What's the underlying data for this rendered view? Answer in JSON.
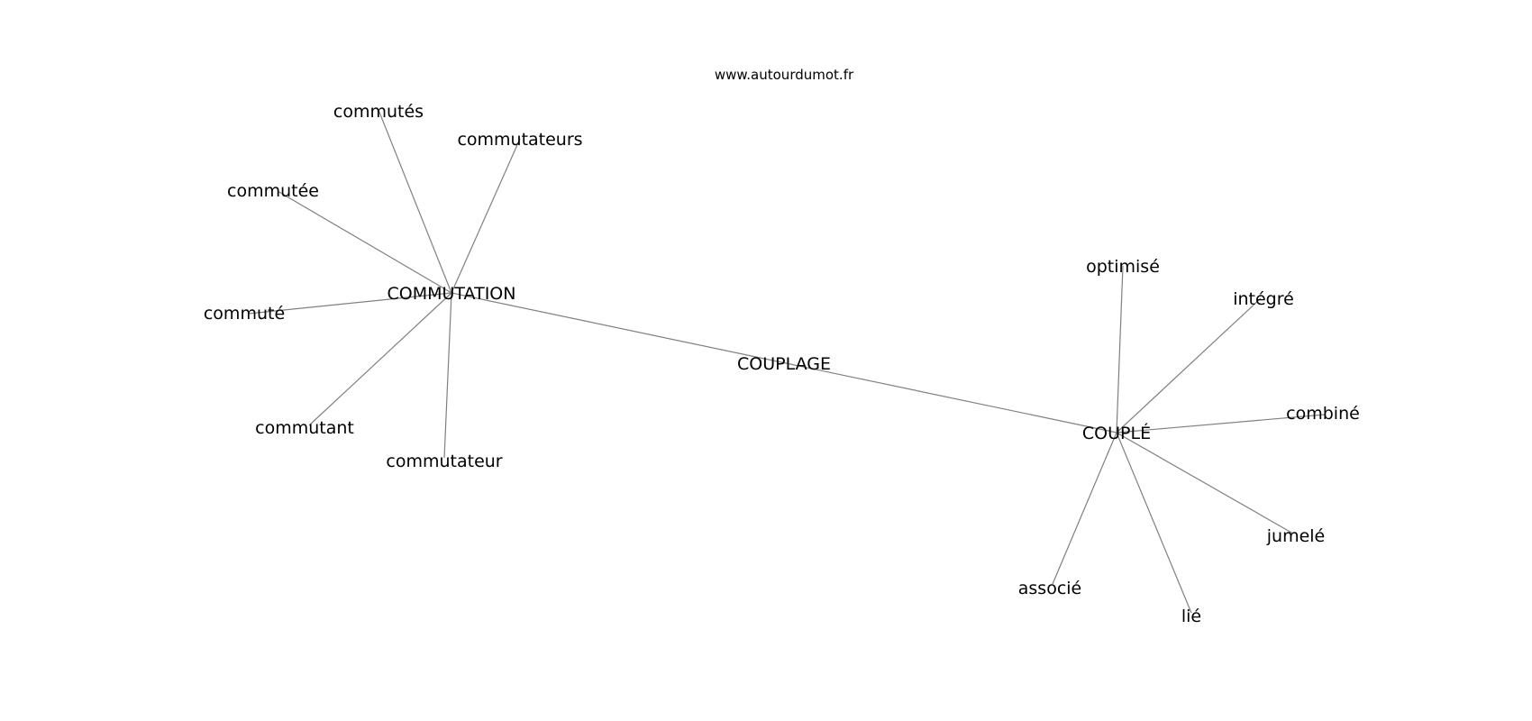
{
  "source": "www.autourdumot.fr",
  "colors": {
    "edge": "#808080",
    "text": "#000000",
    "background": "#ffffff"
  },
  "nodes": {
    "couplage": "COUPLAGE",
    "commutation": "COMMUTATION",
    "couple": "COUPLÉ",
    "commutes": "commutés",
    "commutateurs": "commutateurs",
    "commutee": "commutée",
    "commute": "commuté",
    "commutant": "commutant",
    "commutateur": "commutateur",
    "optimise": "optimisé",
    "integre": "intégré",
    "combine": "combiné",
    "jumele": "jumelé",
    "associe": "associé",
    "lie": "lié"
  },
  "edges": [
    [
      "couplage",
      "commutation"
    ],
    [
      "couplage",
      "couple"
    ],
    [
      "commutation",
      "commutes"
    ],
    [
      "commutation",
      "commutateurs"
    ],
    [
      "commutation",
      "commutee"
    ],
    [
      "commutation",
      "commute"
    ],
    [
      "commutation",
      "commutant"
    ],
    [
      "commutation",
      "commutateur"
    ],
    [
      "couple",
      "optimise"
    ],
    [
      "couple",
      "integre"
    ],
    [
      "couple",
      "combine"
    ],
    [
      "couple",
      "jumele"
    ],
    [
      "couple",
      "associe"
    ],
    [
      "couple",
      "lie"
    ]
  ]
}
